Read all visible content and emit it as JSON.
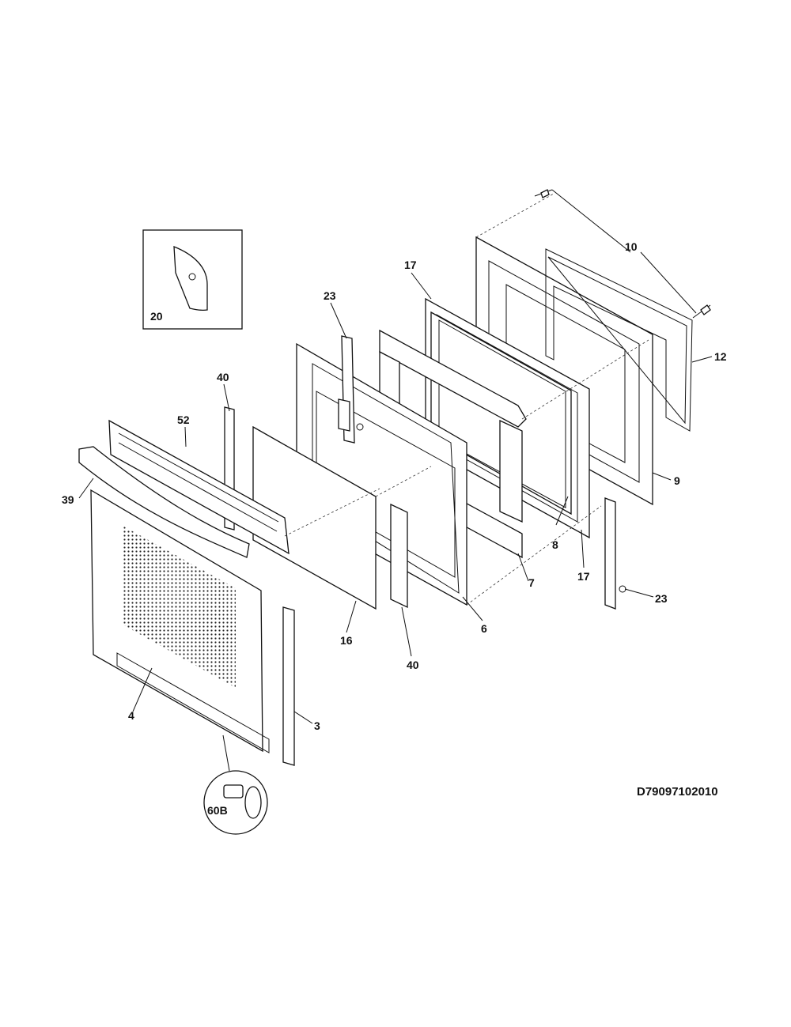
{
  "diagram": {
    "drawing_code": "D79097102010",
    "callouts": {
      "c10": "10",
      "c12": "12",
      "c17a": "17",
      "c9": "9",
      "c23a": "23",
      "c20": "20",
      "c40a": "40",
      "c52": "52",
      "c39": "39",
      "c8": "8",
      "c7": "7",
      "c17b": "17",
      "c23b": "23",
      "c6": "6",
      "c16": "16",
      "c40b": "40",
      "c3": "3",
      "c4": "4",
      "c60b": "60B"
    }
  }
}
